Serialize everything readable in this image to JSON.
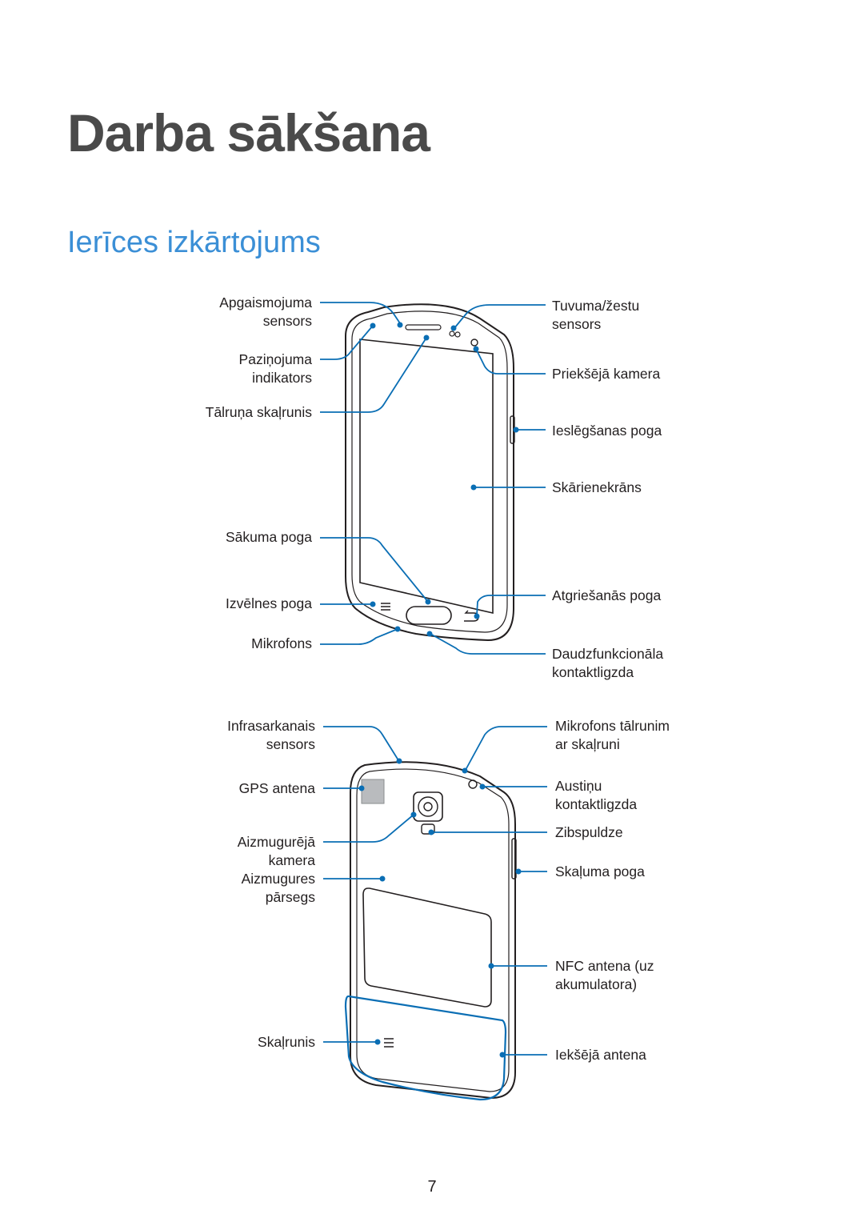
{
  "chapter_title": "Darba sākšana",
  "section_title": "Ierīces izkārtojums",
  "front_labels": {
    "ambient_light_sensor": "Apgaismojuma\nsensors",
    "notification_indicator": "Paziņojuma\nindikators",
    "earpiece": "Tālruņa skaļrunis",
    "home_button": "Sākuma poga",
    "menu_button": "Izvēlnes poga",
    "microphone": "Mikrofons",
    "proximity_sensor": "Tuvuma/žestu\nsensors",
    "front_camera": "Priekšējā kamera",
    "power_button": "Ieslēgšanas poga",
    "touchscreen": "Skārienekrāns",
    "back_button": "Atgriešanās poga",
    "multipurpose_jack": "Daudzfunkcionāla\nkontaktligzda"
  },
  "back_labels": {
    "infrared_sensor": "Infrasarkanais\nsensors",
    "gps_antenna": "GPS antena",
    "rear_camera": "Aizmugurējā\nkamera",
    "back_cover": "Aizmugures\npārsegs",
    "speaker": "Skaļrunis",
    "speakerphone_mic": "Mikrofons tālrunim\nar skaļruni",
    "headset_jack": "Austiņu\nkontaktligzda",
    "flash": "Zibspuldze",
    "volume_button": "Skaļuma poga",
    "nfc_antenna": "NFC antena (uz\nakumulatora)",
    "internal_antenna": "Iekšējā antena"
  },
  "colors": {
    "accent": "#3b8fd6",
    "callout": "#0a6eb4",
    "device_outline": "#231f20"
  },
  "page_number": "7"
}
